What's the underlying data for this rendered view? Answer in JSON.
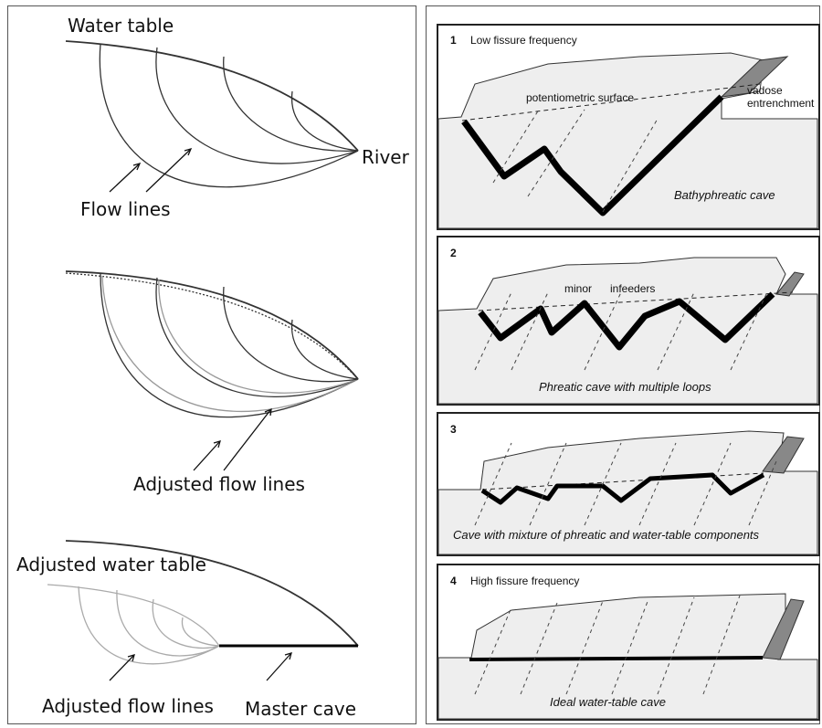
{
  "left": {
    "diagram1": {
      "water_table": "Water table",
      "river": "River",
      "flow_lines": "Flow lines"
    },
    "diagram2": {
      "adjusted_flow_lines": "Adjusted flow lines"
    },
    "diagram3": {
      "adjusted_water_table": "Adjusted water table",
      "adjusted_flow_lines": "Adjusted flow lines",
      "master_cave": "Master cave"
    }
  },
  "right": {
    "stages": [
      {
        "number": "1",
        "title": "Low fissure frequency",
        "caption": "Bathyphreatic cave",
        "labels": {
          "potentiometric": "potentiometric surface",
          "vadose_1": "vadose",
          "vadose_2": "entrenchment"
        }
      },
      {
        "number": "2",
        "title": "",
        "caption": "Phreatic cave with multiple loops",
        "labels": {
          "minor": "minor",
          "infeeders": "infeeders"
        }
      },
      {
        "number": "3",
        "title": "",
        "caption": "Cave with mixture of phreatic and water-table components"
      },
      {
        "number": "4",
        "title": "High fissure frequency",
        "caption": "Ideal water-table cave"
      }
    ]
  },
  "colors": {
    "rock": "#eeeeee",
    "cave": "#000000",
    "sediment": "#888888",
    "line": "#333333"
  }
}
